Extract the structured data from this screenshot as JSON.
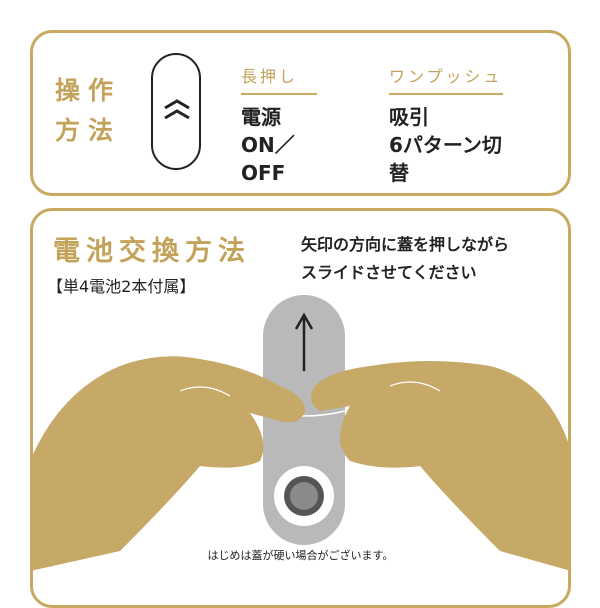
{
  "operation": {
    "title": "操作方法",
    "button_icon": "double-chevron-up-icon",
    "long_press": {
      "label": "長押し",
      "action_line1": "電源",
      "action_line2": "ON／OFF"
    },
    "one_push": {
      "label": "ワンプッシュ",
      "action_line1": "吸引",
      "action_line2": "6パターン切替"
    }
  },
  "battery": {
    "title": "電池交換方法",
    "included": "【単4電池2本付属】",
    "instruction_line1": "矢印の方向に蓋を押しながら",
    "instruction_line2": "スライドさせてください",
    "note": "はじめは蓋が硬い場合がございます。"
  },
  "colors": {
    "gold": "#c8a95f",
    "hand": "#c6a867",
    "device": "#b9b9b9"
  }
}
